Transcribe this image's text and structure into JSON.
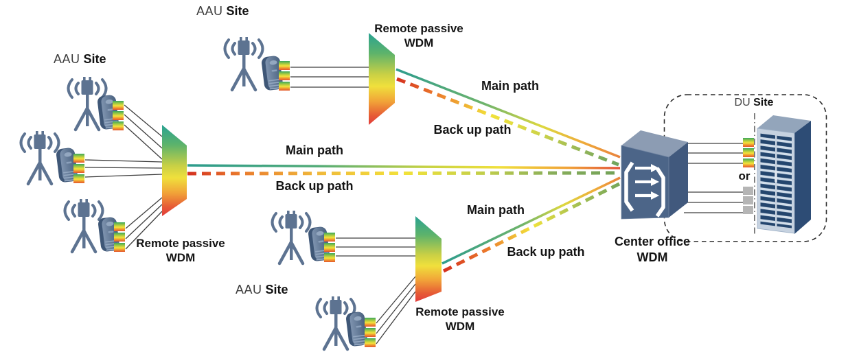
{
  "diagram_type": "fronthaul WDM network topology",
  "clusters": {
    "left": {
      "site_prefix": "AAU",
      "site_suffix": "Site",
      "wdm_line1": "Remote passive",
      "wdm_line2": "WDM",
      "main_path": "Main path",
      "backup_path": "Back up path"
    },
    "top": {
      "site_prefix": "AAU",
      "site_suffix": "Site",
      "wdm_line1": "Remote passive",
      "wdm_line2": "WDM",
      "main_path": "Main path",
      "backup_path": "Back up path"
    },
    "bottom": {
      "site_prefix": "AAU",
      "site_suffix": "Site",
      "wdm_line1": "Remote passive",
      "wdm_line2": "WDM",
      "main_path": "Main path",
      "backup_path": "Back up path"
    }
  },
  "center_office": {
    "line1": "Center office",
    "line2": "WDM"
  },
  "du_site": {
    "prefix": "DU",
    "suffix": "Site",
    "or": "or"
  },
  "colors": {
    "main_path_start": "#2d9c8d",
    "main_path_end": "#e8823d",
    "backup_path_start": "#d4301f",
    "backup_path_end": "#6da45c",
    "wdm_gradient_top": "#29a292",
    "wdm_gradient_bottom": "#e23c3c",
    "device_body": "#5b7293",
    "icon_gray_blue": "#5d7391",
    "cube_front": "#4c6588",
    "rack_front": "#24466e",
    "gray_block": "#b5b5b5",
    "text": "#141414"
  }
}
